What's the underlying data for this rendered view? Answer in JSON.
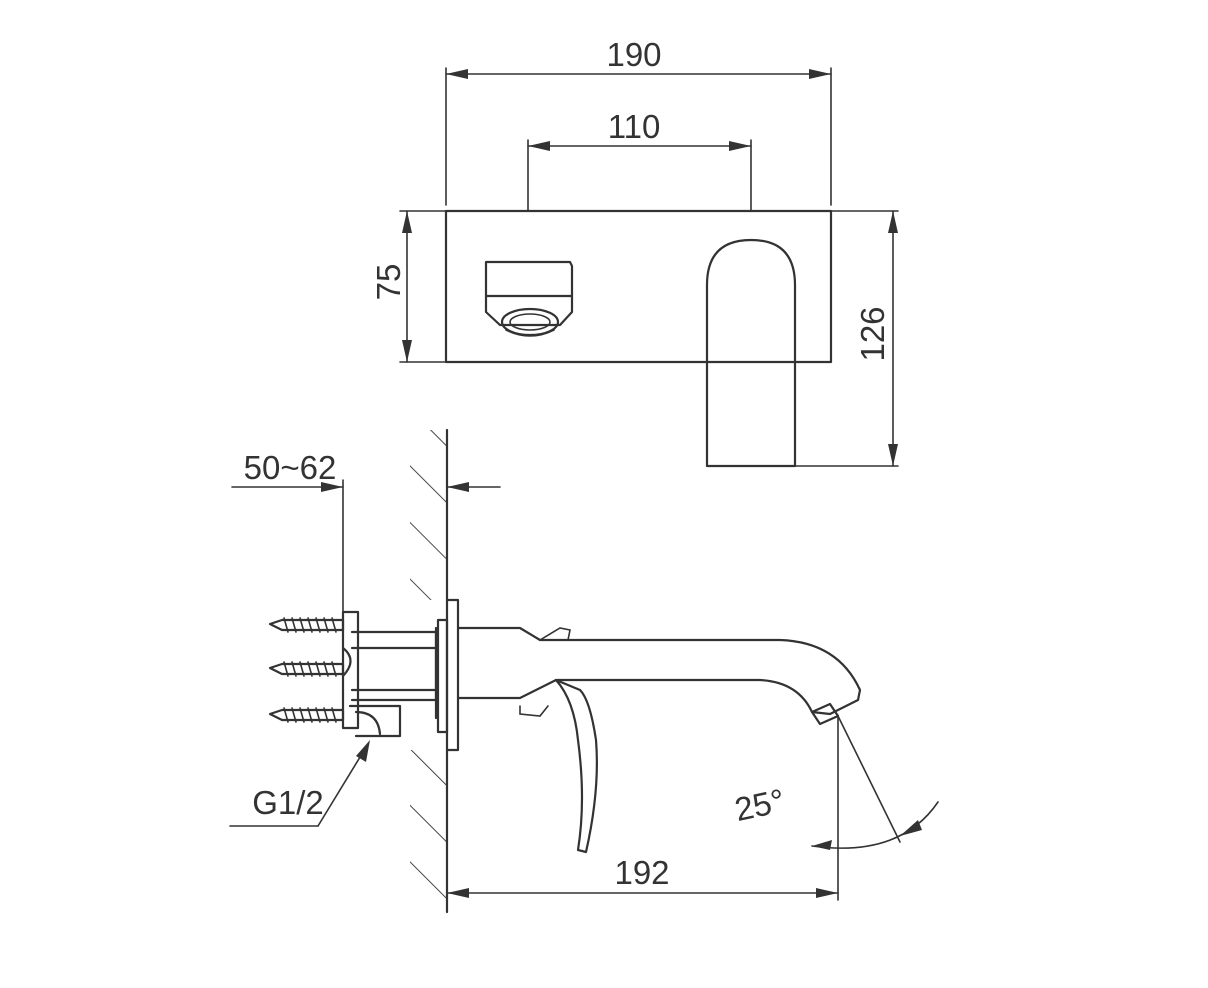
{
  "dimensions": {
    "overall_width": "190",
    "spout_spacing": "110",
    "plate_height": "75",
    "total_height": "126",
    "wall_thickness": "50~62",
    "thread": "G1/2",
    "spout_projection": "192",
    "spray_angle": "25°"
  },
  "colors": {
    "line": "#333333",
    "background": "#ffffff"
  }
}
